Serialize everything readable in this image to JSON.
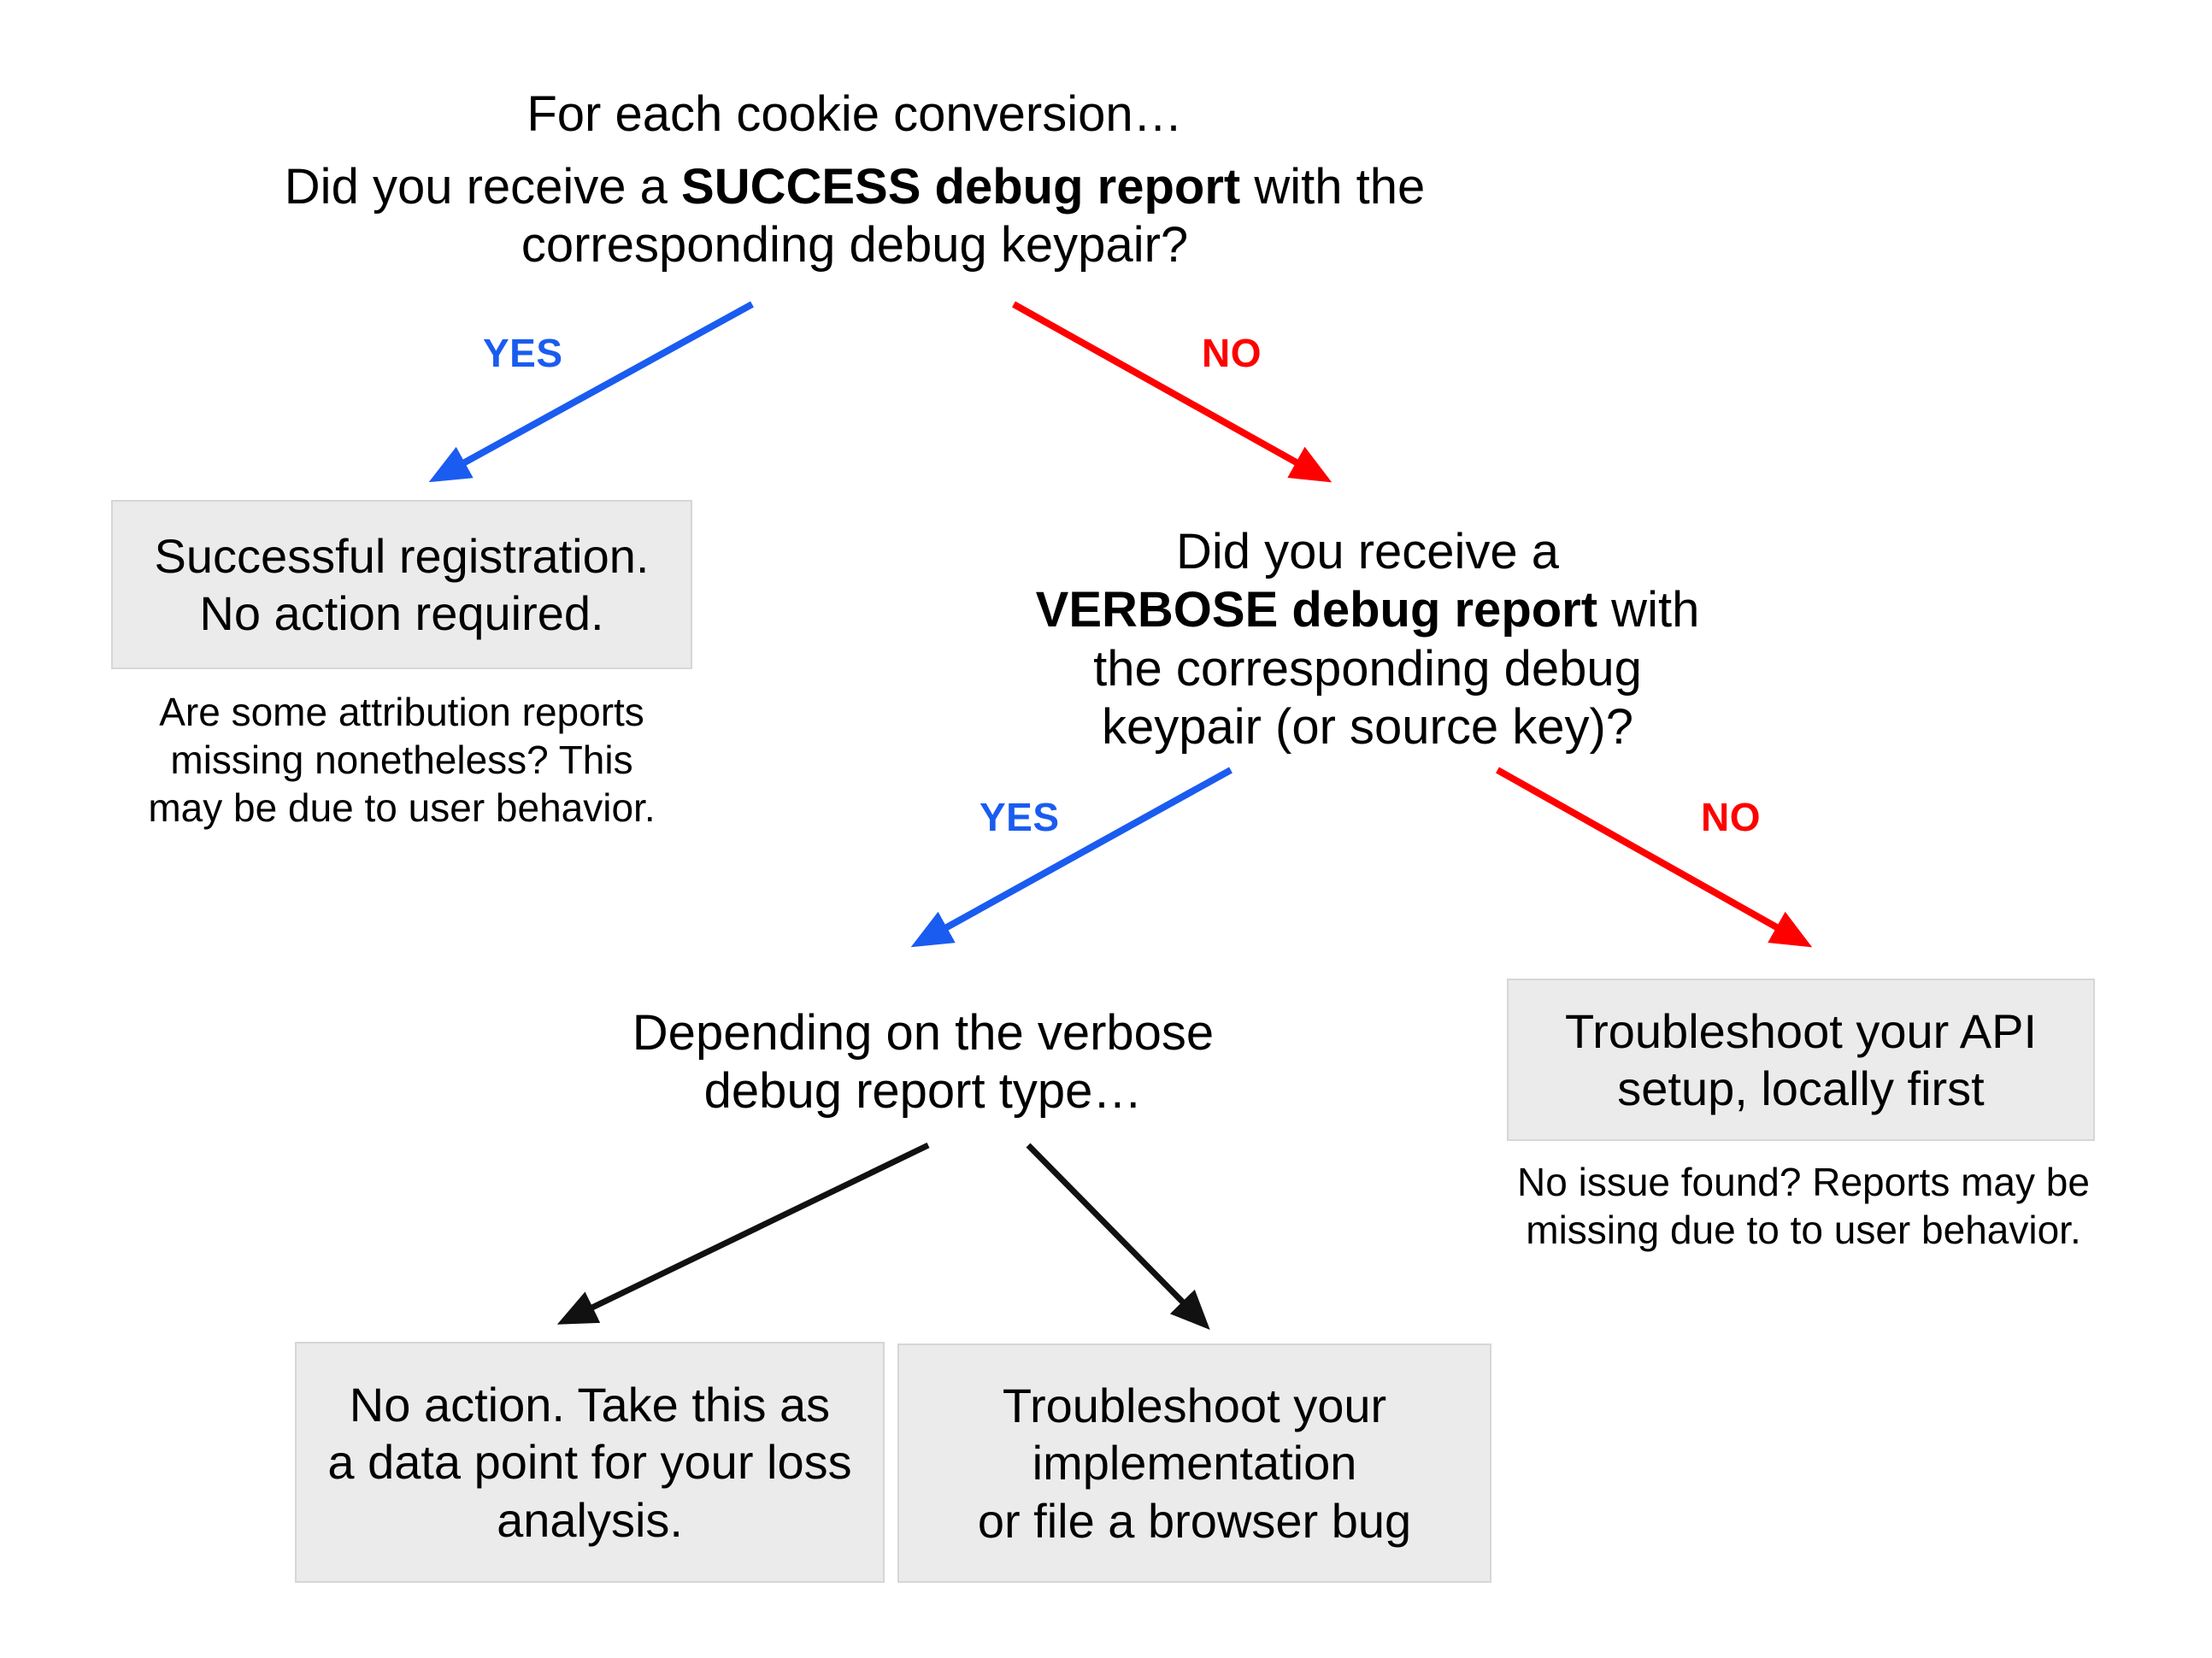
{
  "diagram": {
    "title_note": "For each cookie conversion…",
    "colors": {
      "yes": "#1a5cf0",
      "no": "#ff0000",
      "arrow_neutral": "#111111",
      "box_fill": "#ebebeb",
      "box_border": "#d6d6d6"
    },
    "nodes": {
      "root_caption": "For each cookie conversion…",
      "q1_pre": "Did you receive a ",
      "q1_bold": "SUCCESS debug report",
      "q1_post": " with the\ncorresponding debug keypair?",
      "q2_pre": "Did you receive a\n",
      "q2_bold": "VERBOSE debug report",
      "q2_post": " with\nthe corresponding debug\nkeypair (or source key)?",
      "box_success": "Successful registration.\nNo action required.",
      "note_success": "Are some attribution reports\nmissing nonetheless? This\nmay be due to user behavior.",
      "branch_caption": "Depending on the verbose\ndebug report type…",
      "box_api": "Troubleshoot your API\nsetup, locally first",
      "note_api": "No issue found? Reports may be\nmissing due to to user behavior.",
      "box_no_action": "No action. Take this as\na data point for your loss\nanalysis.",
      "box_troubleshoot": "Troubleshoot your\nimplementation\nor file a browser bug"
    },
    "edges": {
      "yes_1": "YES",
      "no_1": "NO",
      "yes_2": "YES",
      "no_2": "NO"
    }
  }
}
